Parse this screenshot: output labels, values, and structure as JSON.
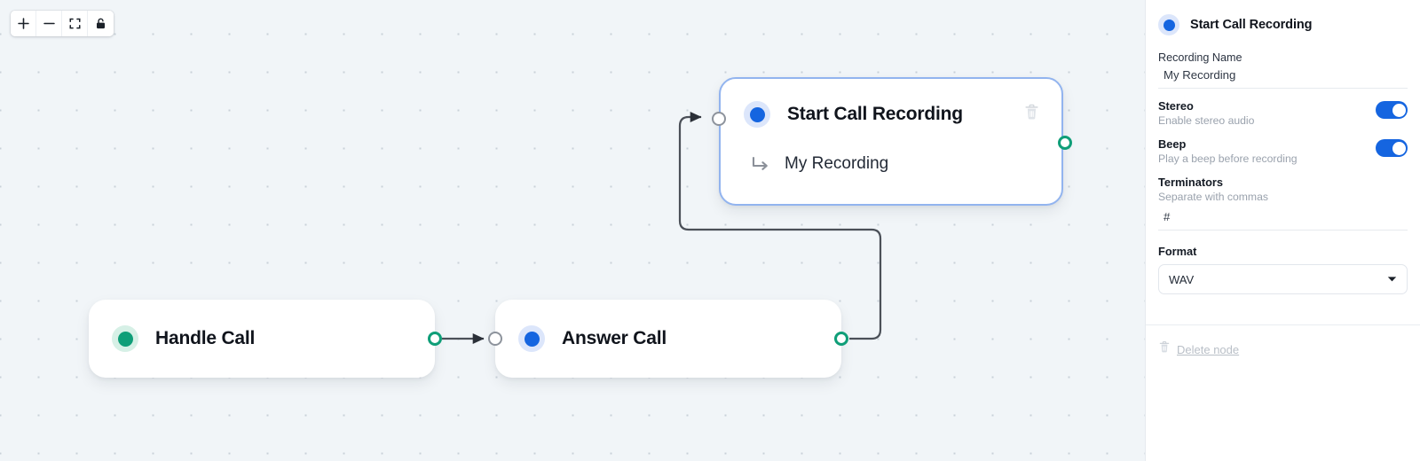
{
  "toolbar": {
    "buttons": [
      {
        "name": "zoom-in",
        "label": "+"
      },
      {
        "name": "zoom-out",
        "label": "−"
      },
      {
        "name": "fit-view",
        "label": "fit"
      },
      {
        "name": "lock",
        "label": "lock"
      }
    ]
  },
  "canvas": {
    "nodes": [
      {
        "id": "handle-call",
        "title": "Handle Call",
        "accent": "#0f9e78",
        "accent_bg": "#d6f0e6",
        "selected": false
      },
      {
        "id": "answer-call",
        "title": "Answer Call",
        "accent": "#1565e0",
        "accent_bg": "#dce6fb",
        "selected": false
      },
      {
        "id": "start-call-recording",
        "title": "Start Call Recording",
        "subtitle": "My Recording",
        "accent": "#1565e0",
        "accent_bg": "#dce6fb",
        "selected": true
      }
    ],
    "handle_colors": {
      "source": "#0f9e78",
      "target": "#8d939c"
    },
    "edge_color": "#4b5058"
  },
  "sidebar": {
    "title": "Start Call Recording",
    "accent": "#1565e0",
    "recording_name": {
      "label": "Recording Name",
      "value": "My Recording"
    },
    "toggles": [
      {
        "name": "Stereo",
        "desc": "Enable stereo audio",
        "on": true
      },
      {
        "name": "Beep",
        "desc": "Play a beep before recording",
        "on": true
      }
    ],
    "terminators": {
      "label": "Terminators",
      "desc": "Separate with commas",
      "value": "#"
    },
    "format": {
      "label": "Format",
      "value": "WAV"
    },
    "delete": {
      "label": "Delete node"
    }
  }
}
